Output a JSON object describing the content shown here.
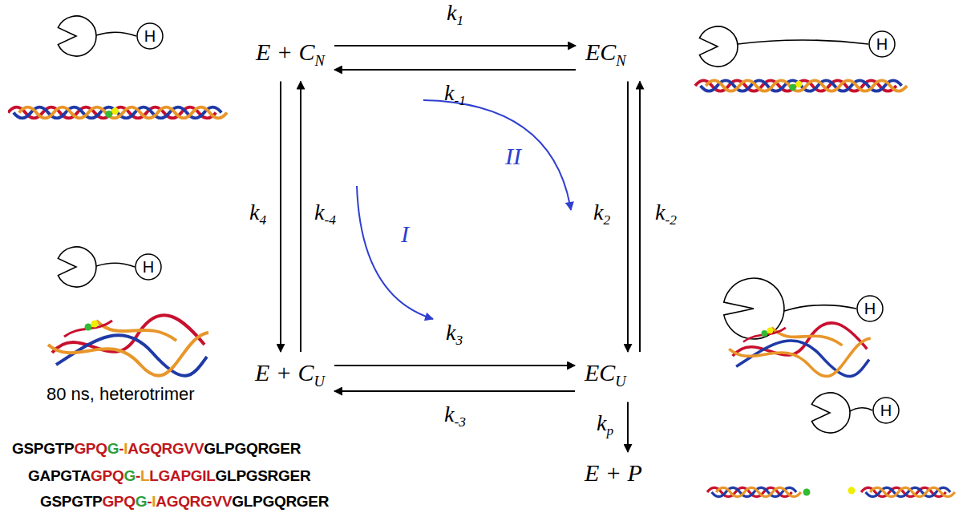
{
  "diagram": {
    "nodes": [
      {
        "text": [
          "E + CN"
        ]
      },
      {
        "text": [
          "ECN"
        ]
      },
      {
        "text": [
          "E + CU"
        ]
      },
      {
        "text": [
          "ECU"
        ]
      },
      {
        "text": [
          "E + P"
        ]
      },
      {
        "text": [
          "H"
        ]
      },
      {
        "text": [
          "H"
        ]
      },
      {
        "text": [
          "H"
        ]
      },
      {
        "text": [
          "H"
        ]
      },
      {
        "text": [
          "H"
        ]
      }
    ],
    "edges": [
      {
        "from": 0,
        "to": 1,
        "arrow": "to",
        "label": "k1"
      },
      {
        "from": 1,
        "to": 0,
        "arrow": "to",
        "label": "k-1"
      },
      {
        "from": 0,
        "to": 2,
        "arrow": "to",
        "label": "k4"
      },
      {
        "from": 2,
        "to": 0,
        "arrow": "to",
        "label": "k-4"
      },
      {
        "from": 1,
        "to": 3,
        "arrow": "to",
        "label": "k2"
      },
      {
        "from": 3,
        "to": 1,
        "arrow": "to",
        "label": "k-2"
      },
      {
        "from": 2,
        "to": 3,
        "arrow": "to",
        "label": "k3"
      },
      {
        "from": 3,
        "to": 2,
        "arrow": "to",
        "label": "k-3"
      },
      {
        "from": 3,
        "to": 4,
        "arrow": "to",
        "label": "kp"
      }
    ],
    "labels": [
      "I",
      "II",
      "80 ns, heterotrimer",
      "GSPGTPGPQG-IAGQRGVVGLPGQRGER",
      "GAPGTAGPQG-LLGAPGILGLPGSRGER",
      "GSPGTPGPQG-IAGQRGVVGLPGQRGER"
    ]
  }
}
